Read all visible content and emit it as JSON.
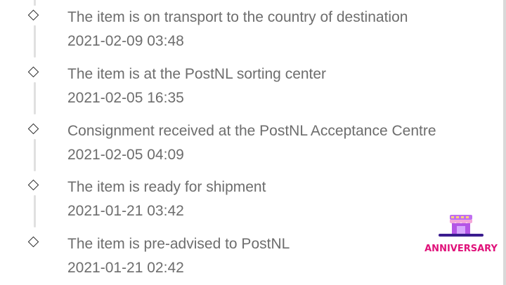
{
  "events": [
    {
      "title": "The item is on transport to the country of destination",
      "time": "2021-02-09 03:48"
    },
    {
      "title": "The item is at the PostNL sorting center",
      "time": "2021-02-05 16:35"
    },
    {
      "title": "Consignment received at the PostNL Acceptance Centre",
      "time": "2021-02-05 04:09"
    },
    {
      "title": "The item is ready for shipment",
      "time": "2021-01-21 03:42"
    },
    {
      "title": "The item is pre-advised to PostNL",
      "time": "2021-01-21 02:42"
    }
  ],
  "badge": {
    "label": "ANNIVERSARY",
    "icon": "storefront-icon"
  },
  "colors": {
    "text": "#6d6d6d",
    "marker": "#2b2b2b",
    "line": "#e0e0e0",
    "badge_text": "#e0127a",
    "badge_icon": "#b455e6"
  }
}
